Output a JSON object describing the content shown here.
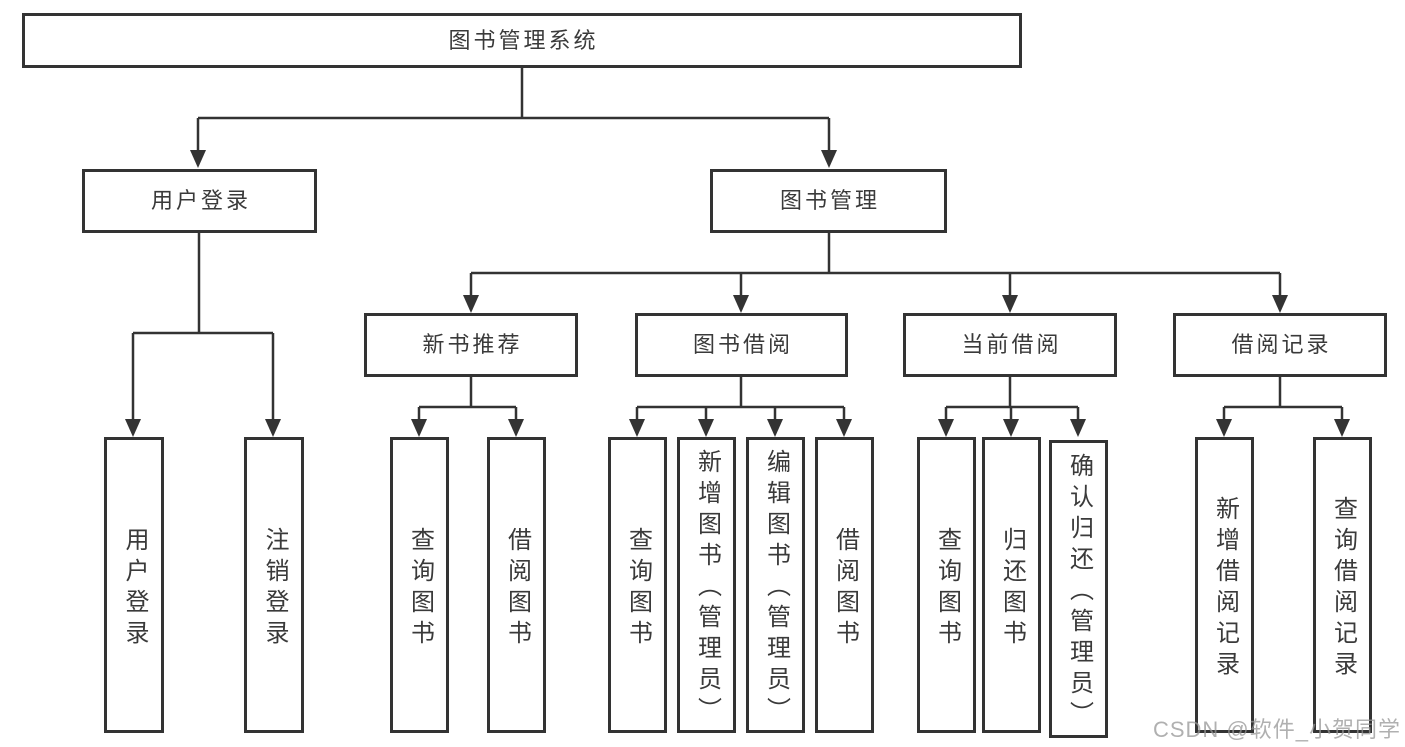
{
  "diagram": {
    "root": {
      "label": "图书管理系统"
    },
    "user_login": {
      "label": "用户登录",
      "children": [
        {
          "label": "用户登录"
        },
        {
          "label": "注销登录"
        }
      ]
    },
    "book_mgmt": {
      "label": "图书管理",
      "modules": [
        {
          "label": "新书推荐",
          "children": [
            {
              "label": "查询图书"
            },
            {
              "label": "借阅图书"
            }
          ]
        },
        {
          "label": "图书借阅",
          "children": [
            {
              "label": "查询图书"
            },
            {
              "label": "新增图书（管理员）"
            },
            {
              "label": "编辑图书（管理员）"
            },
            {
              "label": "借阅图书"
            }
          ]
        },
        {
          "label": "当前借阅",
          "children": [
            {
              "label": "查询图书"
            },
            {
              "label": "归还图书"
            },
            {
              "label": "确认归还（管理员）"
            }
          ]
        },
        {
          "label": "借阅记录",
          "children": [
            {
              "label": "新增借阅记录"
            },
            {
              "label": "查询借阅记录"
            }
          ]
        }
      ]
    }
  },
  "watermark": {
    "text": "CSDN @软件_小贺同学"
  },
  "colors": {
    "line": "#333333",
    "text": "#3a3a3a",
    "box_background": "#ffffff",
    "watermark": "#a0a0a0"
  }
}
